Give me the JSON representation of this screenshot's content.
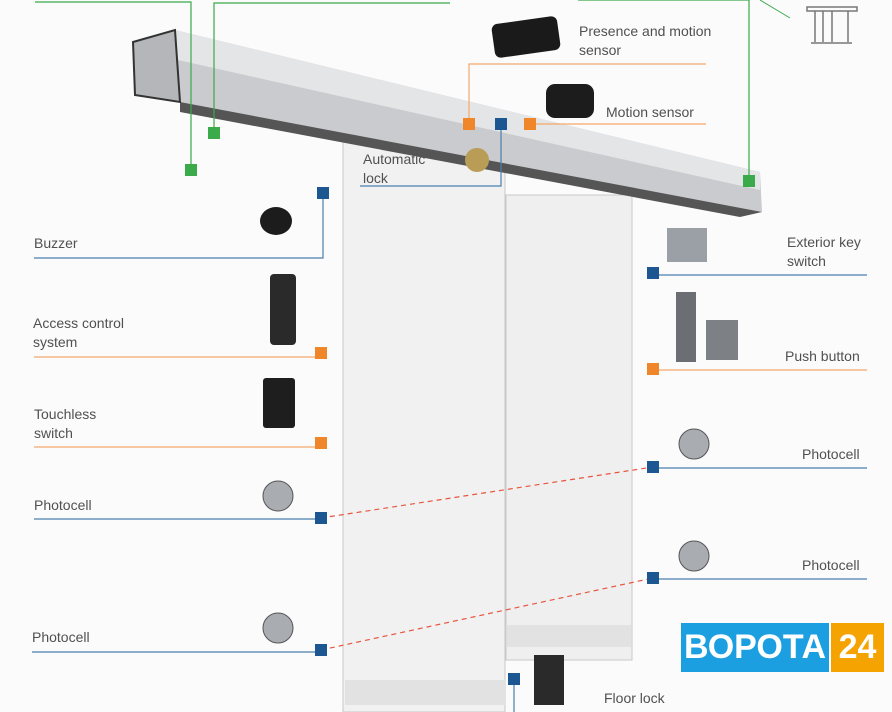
{
  "labels": {
    "presence_motion_sensor": "Presence and motion\nsensor",
    "motion_sensor": "Motion sensor",
    "automatic_lock": "Automatic\nlock",
    "buzzer": "Buzzer",
    "access_control": "Access control\nsystem",
    "touchless_switch": "Touchless\nswitch",
    "photocell_left_1": "Photocell",
    "photocell_left_2": "Photocell",
    "exterior_key_switch": "Exterior key\nswitch",
    "push_button": "Push button",
    "photocell_right_1": "Photocell",
    "photocell_right_2": "Photocell",
    "floor_lock": "Floor lock"
  },
  "logo": {
    "text": "ВОРОТА",
    "number": "24"
  },
  "colors": {
    "green": "#3aaa4a",
    "orange": "#f0862a",
    "blue": "#1d5791",
    "logo_blue": "#1b9fe0",
    "logo_orange": "#f5a300"
  }
}
